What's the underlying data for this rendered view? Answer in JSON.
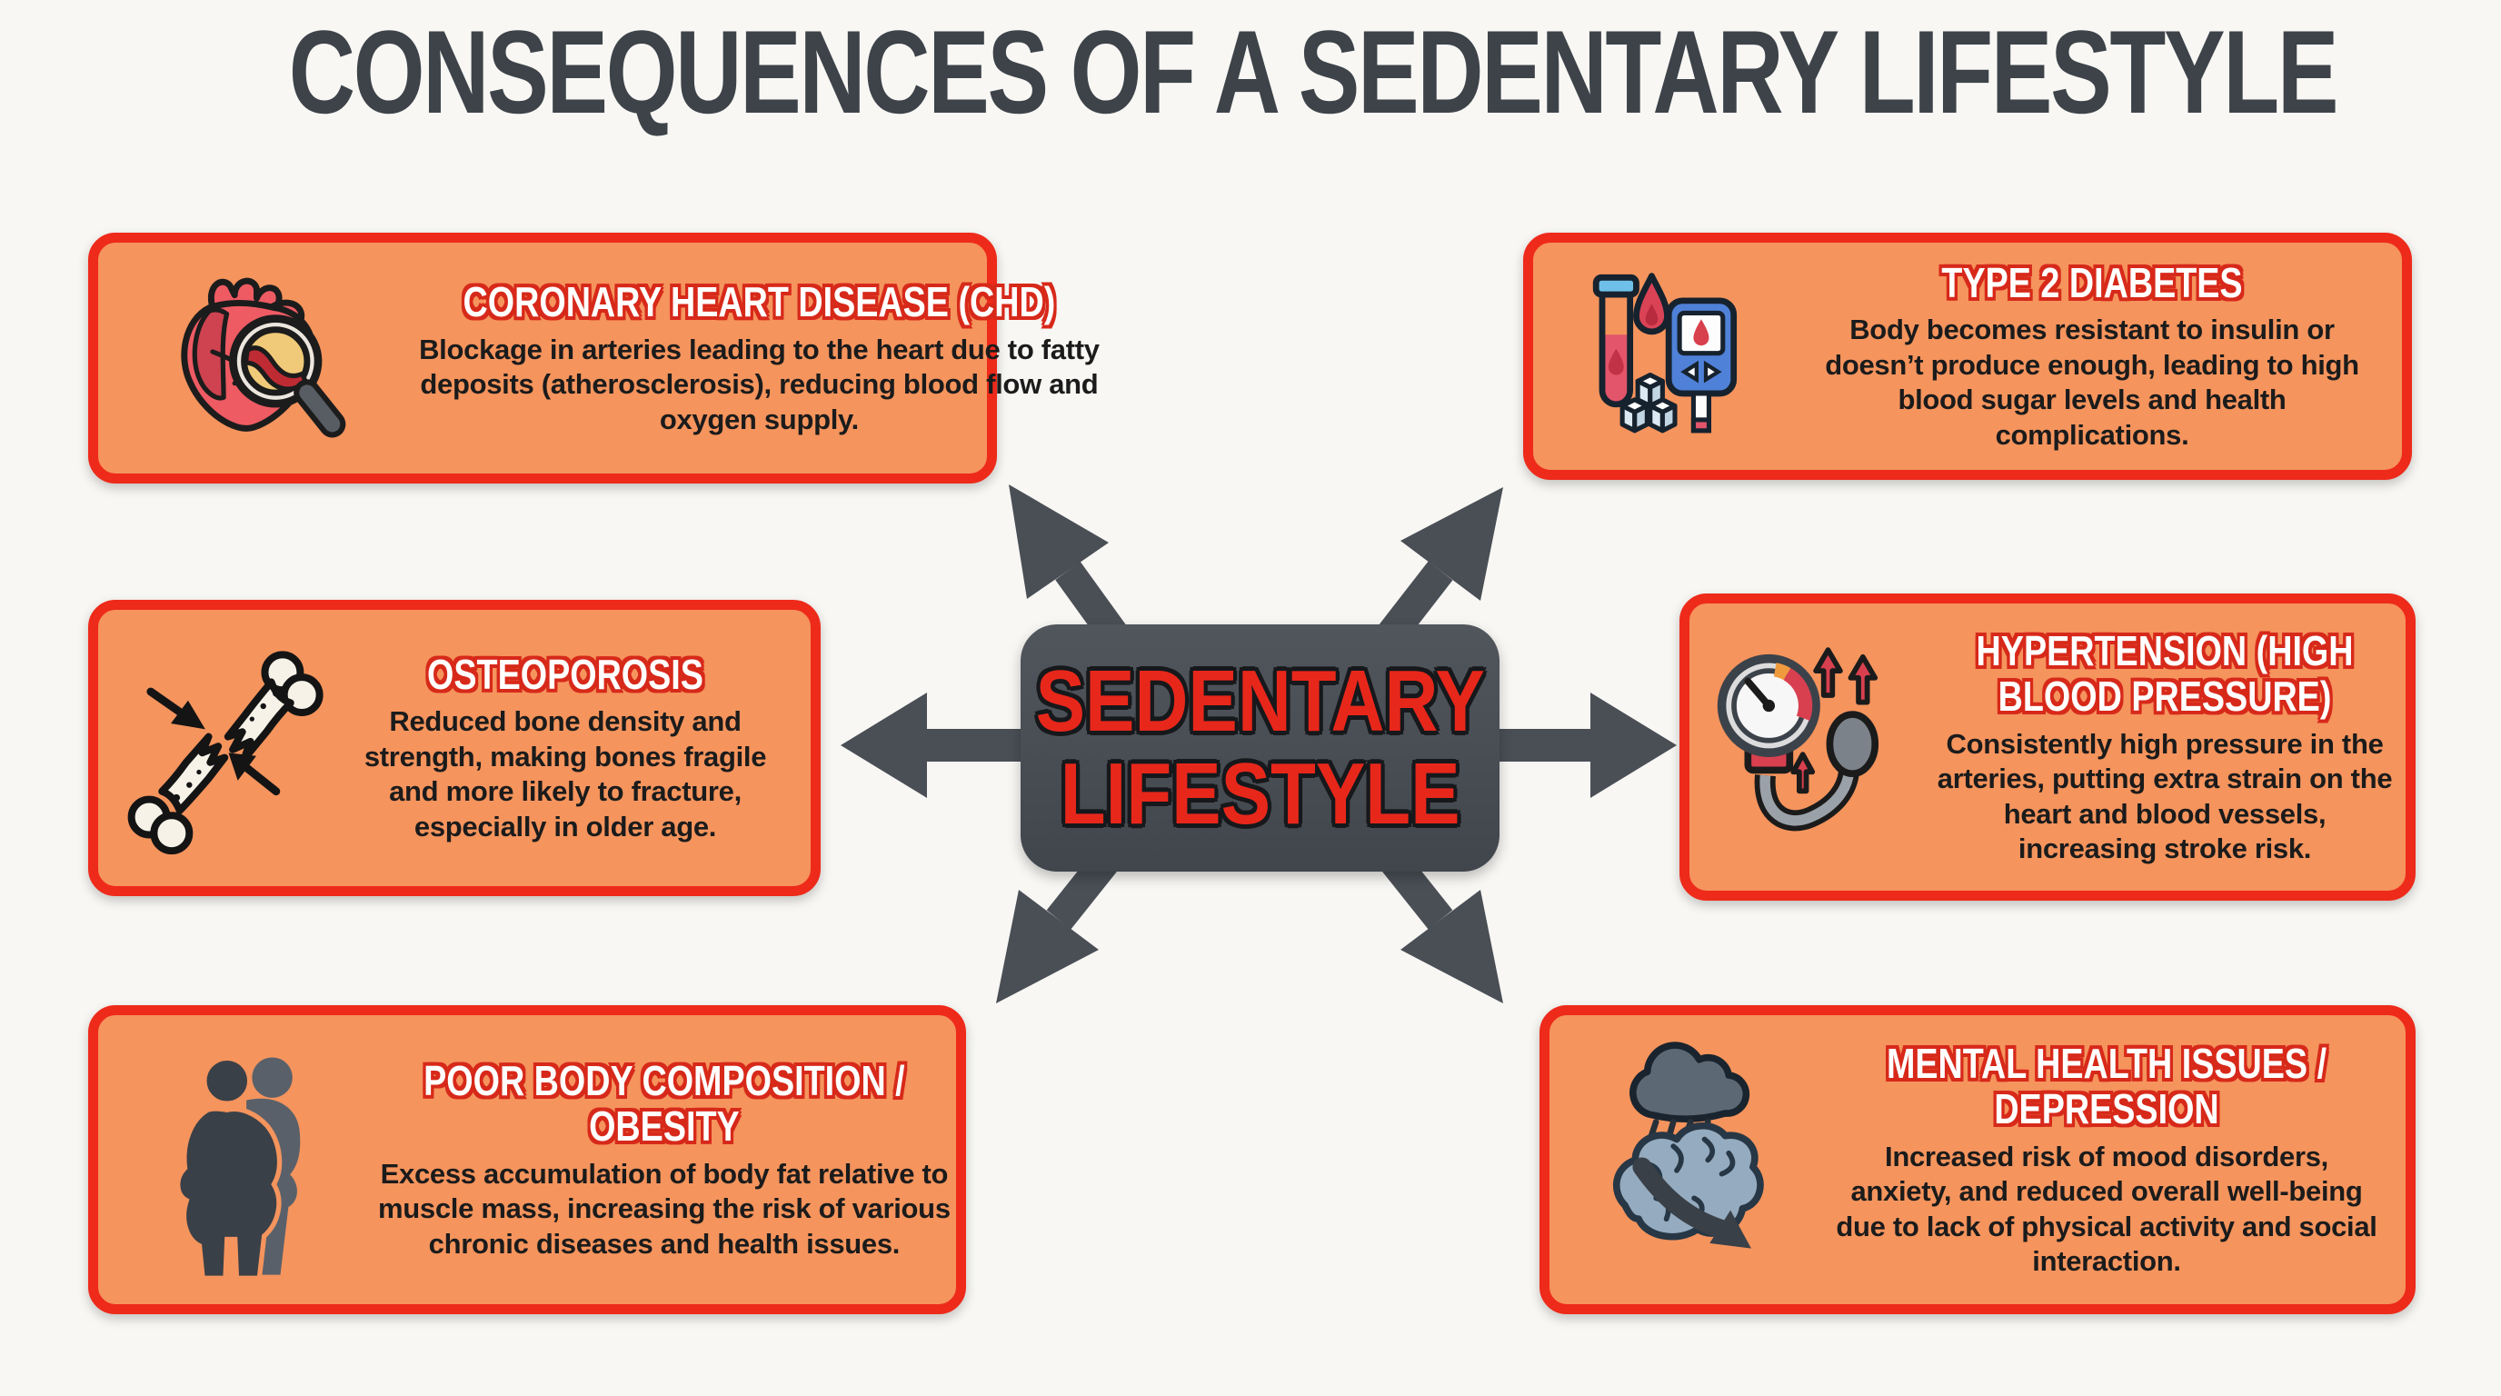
{
  "title": "CONSEQUENCES OF A SEDENTARY LIFESTYLE",
  "hub": {
    "line1": "SEDENTARY",
    "line2": "LIFESTYLE"
  },
  "colors": {
    "background": "#f8f7f4",
    "title_text": "#3d4349",
    "card_fill": "#f5945d",
    "card_border": "#ee2a1a",
    "heading_text": "#ffffff",
    "heading_outline": "#d7291a",
    "body_text": "#1b1b1b",
    "hub_background": "#474c53",
    "hub_text": "#e8271b",
    "arrow": "#4a4f56"
  },
  "cards": {
    "chd": {
      "icon": "heart-magnifier-icon",
      "title_lines": [
        "CORONARY HEART DISEASE (CHD)"
      ],
      "body": "Blockage in arteries leading to the heart due to fatty deposits (atherosclerosis), reducing blood flow and oxygen supply."
    },
    "diabetes": {
      "icon": "blood-glucose-icon",
      "title_lines": [
        "TYPE 2 DIABETES"
      ],
      "body": "Body becomes resistant to insulin or doesn’t produce enough, leading to high blood sugar levels and health complications."
    },
    "osteoporosis": {
      "icon": "broken-bone-icon",
      "title_lines": [
        "OSTEOPOROSIS"
      ],
      "body": "Reduced bone density and strength, making bones fragile and more likely to fracture, especially in older age."
    },
    "hypertension": {
      "icon": "blood-pressure-gauge-icon",
      "title_lines": [
        "HYPERTENSION (HIGH",
        "BLOOD PRESSURE)"
      ],
      "body": "Consistently high pressure in the arteries, putting extra strain on the heart and blood vessels, increasing stroke risk."
    },
    "obesity": {
      "icon": "obese-figures-icon",
      "title_lines": [
        "POOR BODY COMPOSITION /",
        "OBESITY"
      ],
      "body": "Excess accumulation of body fat relative to muscle mass, increasing the risk of various chronic diseases and health issues."
    },
    "mental": {
      "icon": "rain-cloud-brain-icon",
      "title_lines": [
        "MENTAL HEALTH ISSUES /",
        "DEPRESSION"
      ],
      "body": "Increased risk of mood disorders, anxiety, and reduced overall well-being due to lack of physical activity and social interaction."
    }
  }
}
